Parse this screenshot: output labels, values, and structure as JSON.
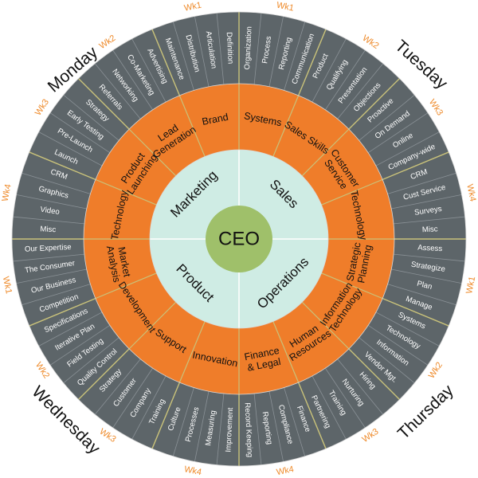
{
  "center": {
    "label": "CEO"
  },
  "quadrants": [
    {
      "label": "Sales"
    },
    {
      "label": "Operations"
    },
    {
      "label": "Product"
    },
    {
      "label": "Marketing"
    }
  ],
  "days": [
    "Tuesday",
    "Thursday",
    "Wednesday",
    "Monday"
  ],
  "categories": [
    {
      "label": "Systems"
    },
    {
      "label": "Sales Skills"
    },
    {
      "label": "Customer\nService"
    },
    {
      "label": "Technology"
    },
    {
      "label": "Strategic\nPlanning"
    },
    {
      "label": "Information\nTechnology"
    },
    {
      "label": "Human\nResources"
    },
    {
      "label": "Finance\n& Legal"
    },
    {
      "label": "Innovation"
    },
    {
      "label": "Support"
    },
    {
      "label": "Development"
    },
    {
      "label": "Market\nAnalysis"
    },
    {
      "label": "Technology"
    },
    {
      "label": "Product\nLaunching"
    },
    {
      "label": "Lead\nGeneration"
    },
    {
      "label": "Brand"
    }
  ],
  "topics": [
    "Organization",
    "Process",
    "Reporting",
    "Communication",
    "Product",
    "Qualifying",
    "Presentation",
    "Objections",
    "Proactive",
    "On Demand",
    "Online",
    "Company-wide",
    "CRM",
    "Cust Service",
    "Surveys",
    "Misc",
    "Assess",
    "Strategize",
    "Plan",
    "Manage",
    "Systems",
    "Technology",
    "Information",
    "Vendor Mgt.",
    "Hiring",
    "Nurturing",
    "Training",
    "Partnering",
    "Finance",
    "Compliance",
    "Reporting",
    "Record Keeping",
    "Improvement",
    "Measuring",
    "Processes",
    "Culture",
    "Training",
    "Company",
    "Customer",
    "Strategy",
    "Quality Control",
    "Field Testing",
    "Iterative Plan",
    "Specifications",
    "Competition",
    "Our Business",
    "The Consumer",
    "Our Expertise",
    "Misc",
    "Video",
    "Graphics",
    "CRM",
    "Launch",
    "Pre-Launch",
    "Early Testing",
    "Strategy",
    "Referrals",
    "Networking",
    "Co-Marketing",
    "Advertising",
    "Maintenance",
    "Distribution",
    "Articulation",
    "Definition"
  ],
  "weeks": [
    "Wk1",
    "Wk2",
    "Wk3",
    "Wk4",
    "Wk1",
    "Wk2",
    "Wk3",
    "Wk4",
    "Wk4",
    "Wk3",
    "Wk2",
    "Wk1",
    "Wk4",
    "Wk3",
    "Wk2",
    "Wk1"
  ],
  "colors": {
    "outer_ring": "#5d6569",
    "category_ring": "#ef7d2a",
    "inner_ring": "#cfece4",
    "center": "#9fc06a",
    "dividers": "#c9c27a",
    "week_text": "#ee8a2a"
  }
}
